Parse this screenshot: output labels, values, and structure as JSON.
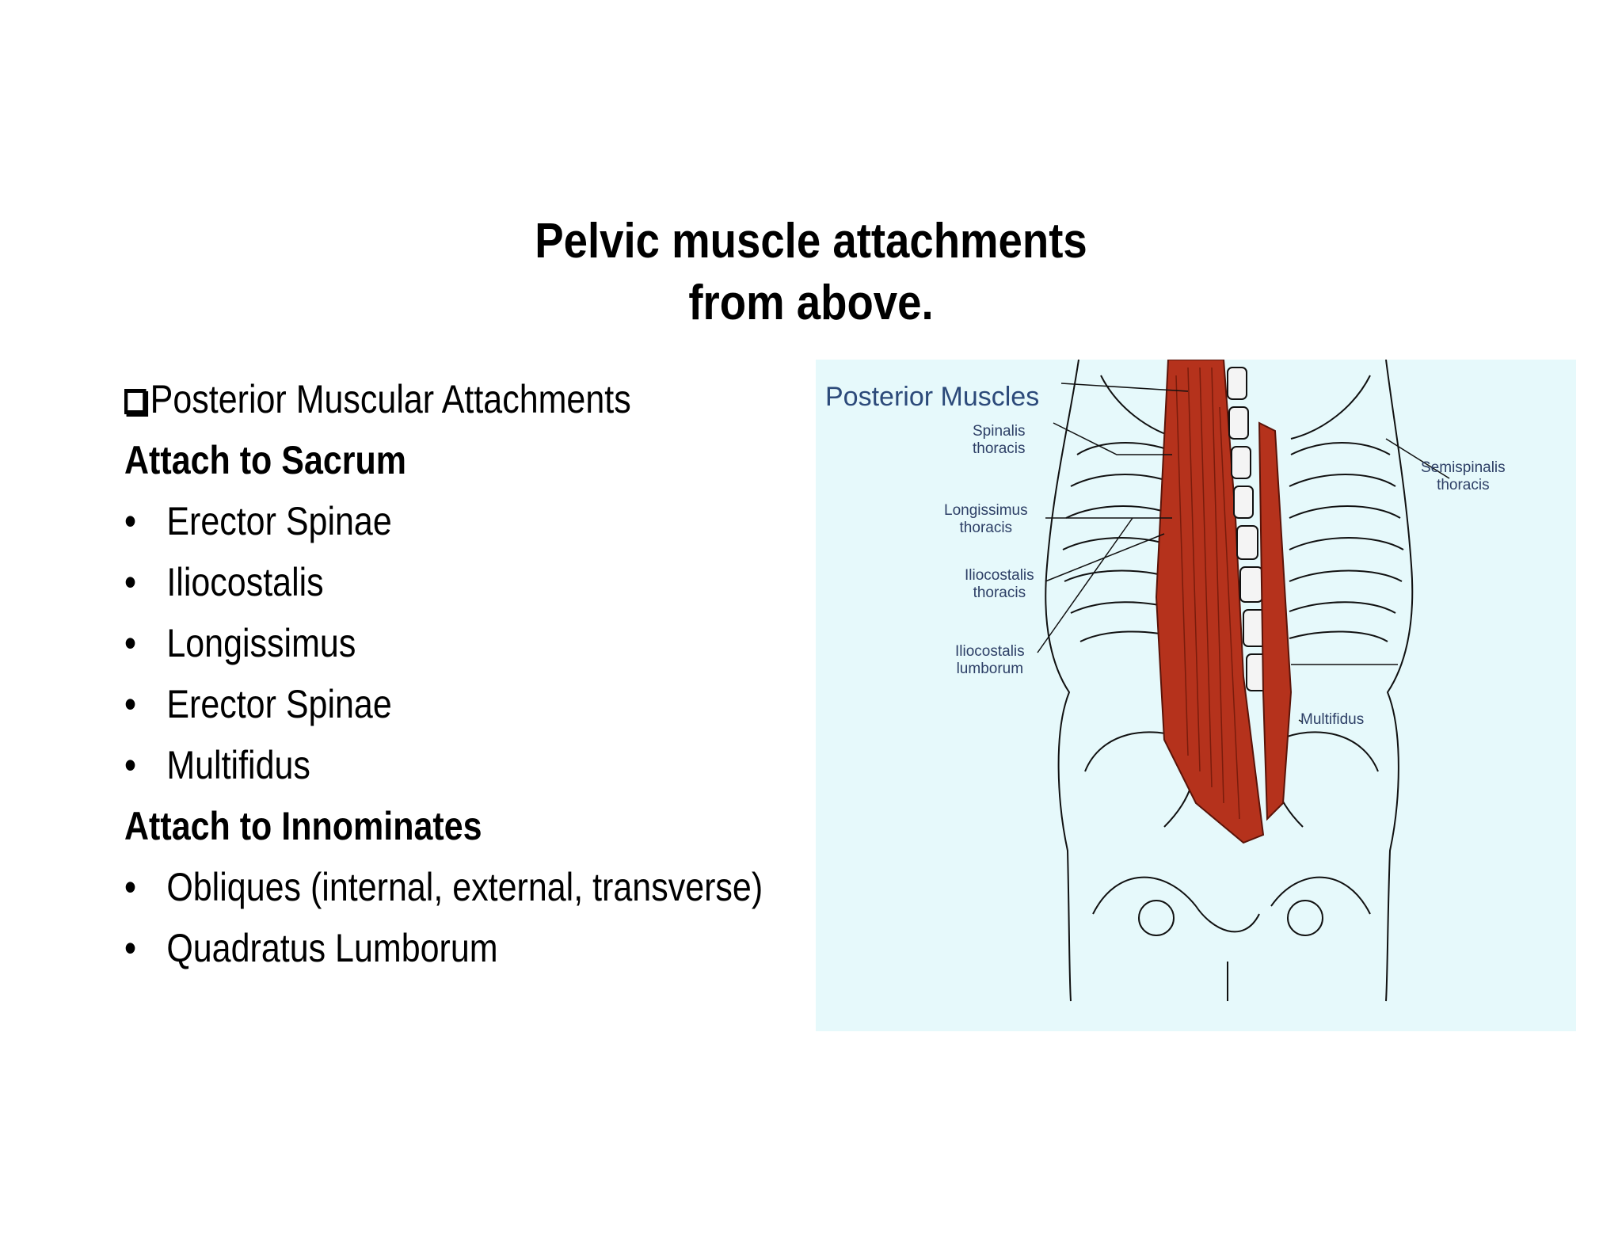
{
  "slide": {
    "title_line1": "Pelvic muscle attachments",
    "title_line2": "from above."
  },
  "content": {
    "section_heading": "Posterior Muscular Attachments",
    "checkbox_icon": "checkbox-square-icon",
    "groups": [
      {
        "heading": "Attach to Sacrum",
        "items": [
          "Erector Spinae",
          "Iliocostalis",
          "Longissimus",
          "Erector Spinae",
          "Multifidus"
        ]
      },
      {
        "heading": "Attach to Innominates",
        "items": [
          "Obliques (internal, external, transverse)",
          "Quadratus Lumborum"
        ]
      }
    ],
    "bullet_glyph": "•"
  },
  "figure": {
    "title": "Posterior Muscles",
    "labels": {
      "spinalis": [
        "Spinalis",
        "thoracis"
      ],
      "semispinalis": [
        "Semispinalis",
        "thoracis"
      ],
      "longissimus": [
        "Longissimus",
        "thoracis"
      ],
      "iliocostalis_thoracis": [
        "Iliocostalis",
        "thoracis"
      ],
      "iliocostalis_lumborum": [
        "Iliocostalis",
        "lumborum"
      ],
      "multifidus": "Multifidus"
    },
    "colors": {
      "background": "#e6f9fb",
      "muscle": "#b5321c",
      "label": "#2d3f66"
    }
  }
}
